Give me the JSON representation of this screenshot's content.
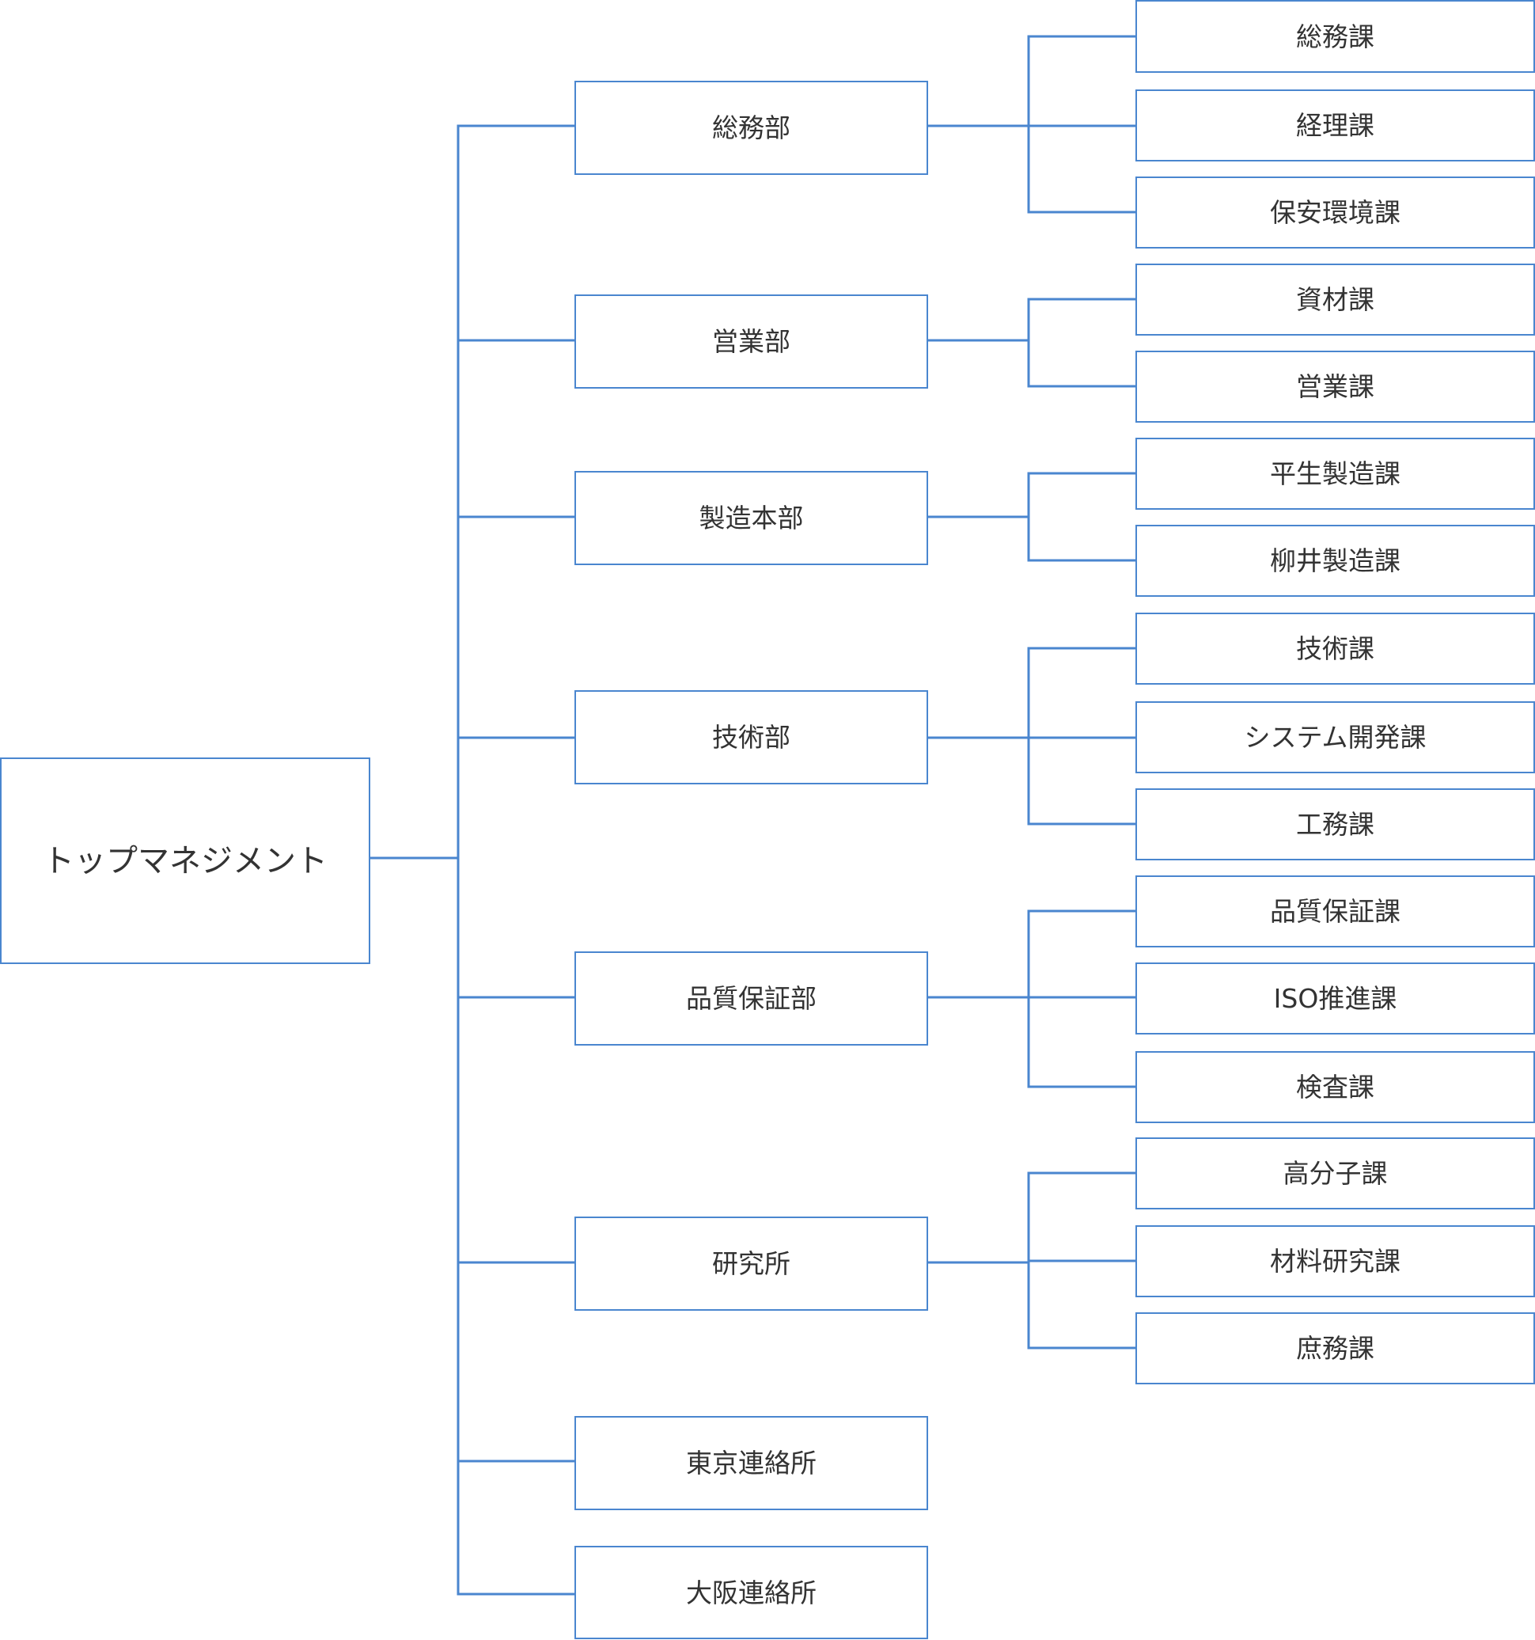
{
  "colors": {
    "connector": "#4a86cf",
    "box_border": "#4a86cf",
    "text": "#333333",
    "background": "#ffffff"
  },
  "org_chart": {
    "root": {
      "label": "トップマネジメント"
    },
    "departments": [
      {
        "label": "総務部",
        "sections": [
          "総務課",
          "経理課",
          "保安環境課"
        ]
      },
      {
        "label": "営業部",
        "sections": [
          "資材課",
          "営業課"
        ]
      },
      {
        "label": "製造本部",
        "sections": [
          "平生製造課",
          "柳井製造課"
        ]
      },
      {
        "label": "技術部",
        "sections": [
          "技術課",
          "システム開発課",
          "工務課"
        ]
      },
      {
        "label": "品質保証部",
        "sections": [
          "品質保証課",
          "ISO推進課",
          "検査課"
        ]
      },
      {
        "label": "研究所",
        "sections": [
          "高分子課",
          "材料研究課",
          "庶務課"
        ]
      },
      {
        "label": "東京連絡所",
        "sections": []
      },
      {
        "label": "大阪連絡所",
        "sections": []
      }
    ]
  }
}
